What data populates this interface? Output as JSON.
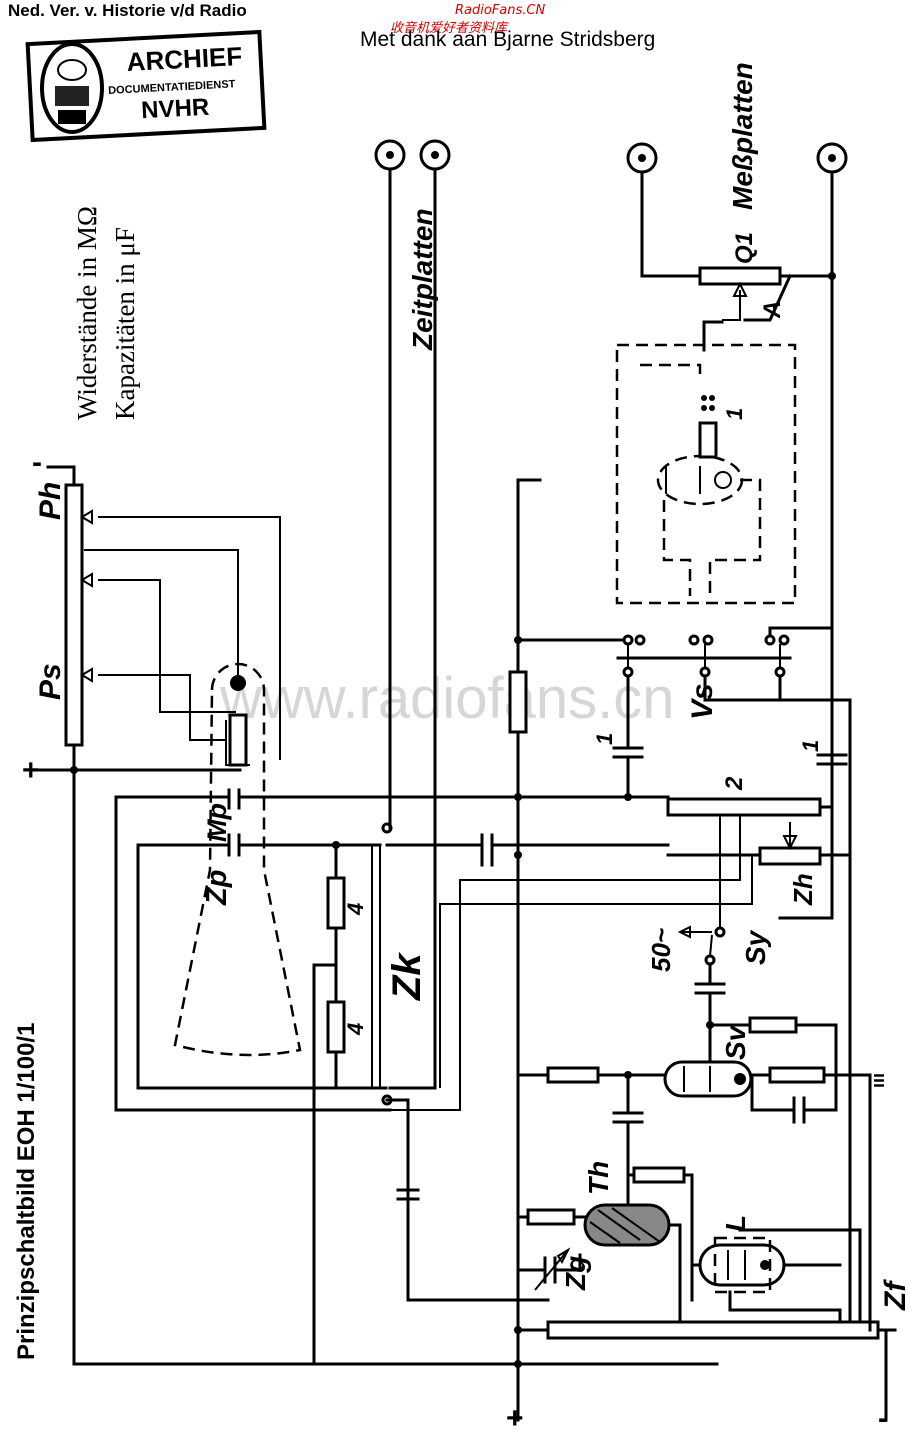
{
  "header": {
    "archive_line": "Ned. Ver. v. Historie v/d Radio",
    "source_site": "RadioFans.CN",
    "source_site_cn": "收音机爱好者资料库",
    "thanks": "Met dank aan Bjarne Stridsberg"
  },
  "stamp": {
    "line1": "ARCHIEF",
    "line2": "DOCUMENTATIEDIENST",
    "line3": "NVHR"
  },
  "watermark": "www.radiofans.cn",
  "title": "Prinzipschaltbild  EOH 1/100/1",
  "notes": {
    "resistors": "Widerstände in MΩ",
    "capacitors": "Kapazitäten in μF"
  },
  "labels": {
    "ph": "Ph",
    "ps": "Ps",
    "minus_top": "-",
    "plus_left": "+",
    "mp": "Mp",
    "zp": "Zp",
    "zk": "Zk",
    "zeitplatten": "Zeitplatten",
    "messplatten": "Meßplatten",
    "q1": "Q1",
    "a": "A",
    "one_tube": "1",
    "vs": "Vs",
    "cap1_left": "1",
    "cap1_right": "1",
    "pot2": "2",
    "zh": "Zh",
    "fifty": "50~",
    "sy": "Sy",
    "sv": "Sv",
    "th": "Th",
    "zg": "Zg",
    "l": "L",
    "zf": "Zf",
    "plus_bottom": "+",
    "minus_bottom": "-",
    "r4_upper": "4",
    "r4_lower": "4",
    "ground_mark": "ııı"
  }
}
